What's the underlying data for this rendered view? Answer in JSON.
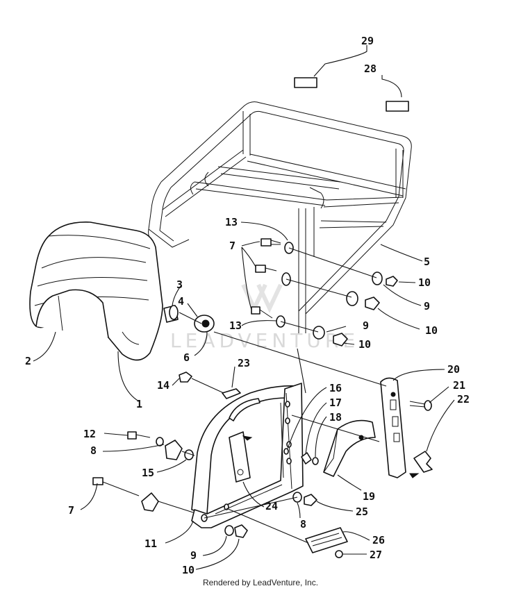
{
  "diagram": {
    "callouts": [
      {
        "id": "c29",
        "text": "29"
      },
      {
        "id": "c28",
        "text": "28"
      },
      {
        "id": "c13a",
        "text": "13"
      },
      {
        "id": "c7a",
        "text": "7"
      },
      {
        "id": "c5",
        "text": "5"
      },
      {
        "id": "c10a",
        "text": "10"
      },
      {
        "id": "c3",
        "text": "3"
      },
      {
        "id": "c4",
        "text": "4"
      },
      {
        "id": "c9a",
        "text": "9"
      },
      {
        "id": "c10b",
        "text": "10"
      },
      {
        "id": "c13b",
        "text": "13"
      },
      {
        "id": "c9b",
        "text": "9"
      },
      {
        "id": "c10c",
        "text": "10"
      },
      {
        "id": "c6",
        "text": "6"
      },
      {
        "id": "c2",
        "text": "2"
      },
      {
        "id": "c23",
        "text": "23"
      },
      {
        "id": "c1",
        "text": "1"
      },
      {
        "id": "c20",
        "text": "20"
      },
      {
        "id": "c21",
        "text": "21"
      },
      {
        "id": "c22",
        "text": "22"
      },
      {
        "id": "c14",
        "text": "14"
      },
      {
        "id": "c16",
        "text": "16"
      },
      {
        "id": "c17",
        "text": "17"
      },
      {
        "id": "c18",
        "text": "18"
      },
      {
        "id": "c12",
        "text": "12"
      },
      {
        "id": "c8a",
        "text": "8"
      },
      {
        "id": "c15",
        "text": "15"
      },
      {
        "id": "c19",
        "text": "19"
      },
      {
        "id": "c7b",
        "text": "7"
      },
      {
        "id": "c24",
        "text": "24"
      },
      {
        "id": "c8b",
        "text": "8"
      },
      {
        "id": "c25",
        "text": "25"
      },
      {
        "id": "c11",
        "text": "11"
      },
      {
        "id": "c26",
        "text": "26"
      },
      {
        "id": "c9c",
        "text": "9"
      },
      {
        "id": "c27",
        "text": "27"
      },
      {
        "id": "c10d",
        "text": "10"
      }
    ]
  },
  "watermark": {
    "brand": "LEADVENTURE"
  },
  "footer": {
    "text": "Rendered by LeadVenture, Inc."
  }
}
